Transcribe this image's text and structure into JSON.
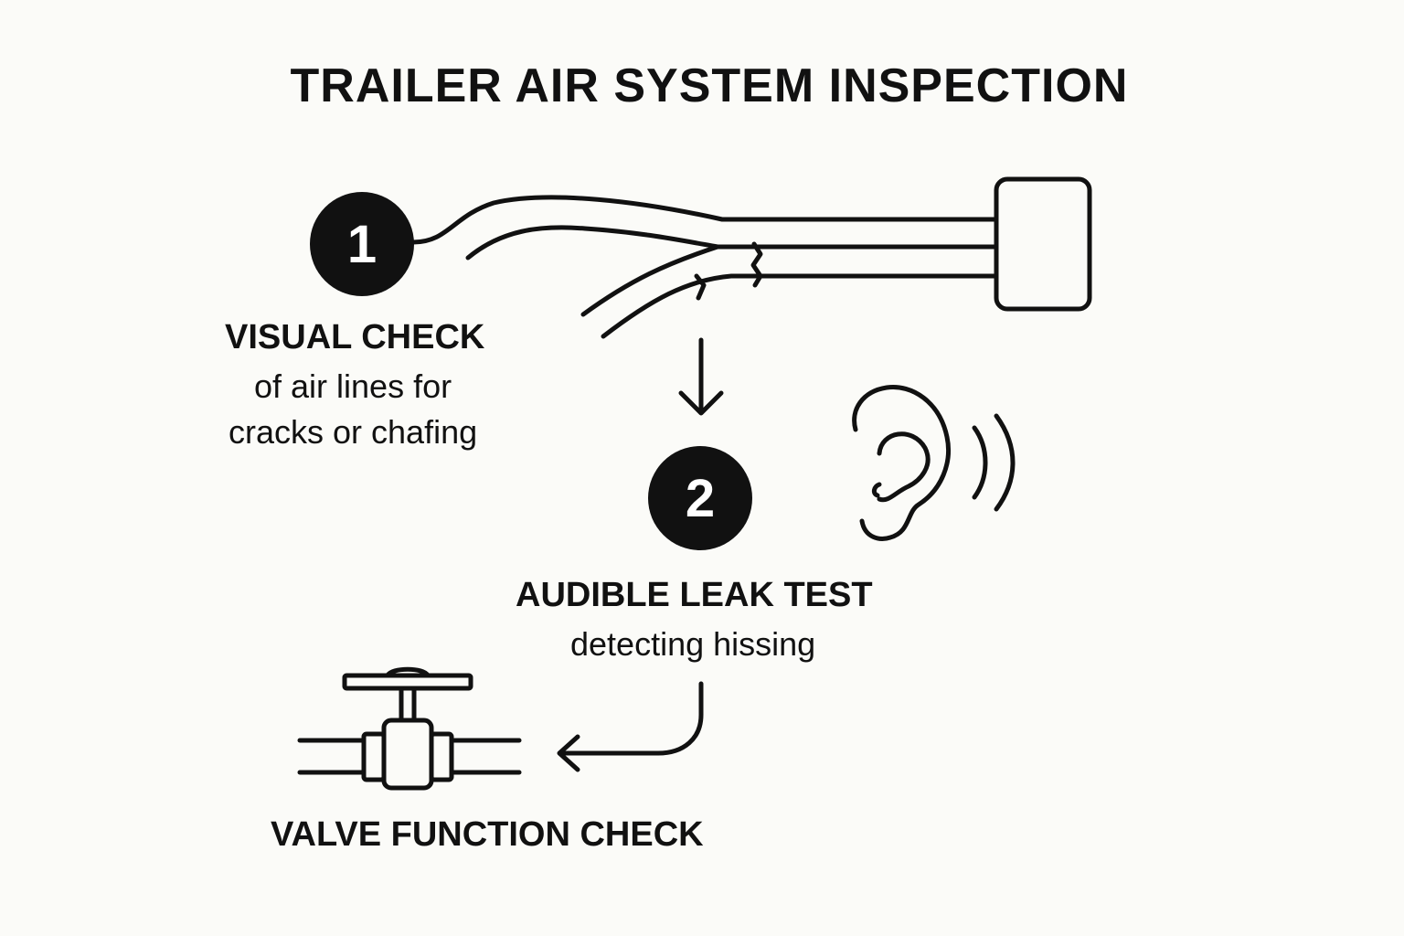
{
  "title": "TRAILER AIR SYSTEM INSPECTION",
  "steps": [
    {
      "number": "1",
      "heading": "VISUAL CHECK",
      "description": [
        "of air lines for",
        "cracks or chafing"
      ]
    },
    {
      "number": "2",
      "heading": "AUDIBLE LEAK TEST",
      "description": [
        "detecting hissing"
      ]
    },
    {
      "heading": "VALVE FUNCTION CHECK"
    }
  ],
  "icons": {
    "air_lines": "air-lines-icon",
    "ear": "ear-icon",
    "sound_waves": "sound-waves-icon",
    "valve": "valve-icon",
    "arrow_down": "arrow-down-icon",
    "arrow_curved_left": "arrow-curved-left-icon"
  },
  "colors": {
    "ink": "#111111",
    "background": "#fbfbf8",
    "circle_text": "#ffffff"
  }
}
